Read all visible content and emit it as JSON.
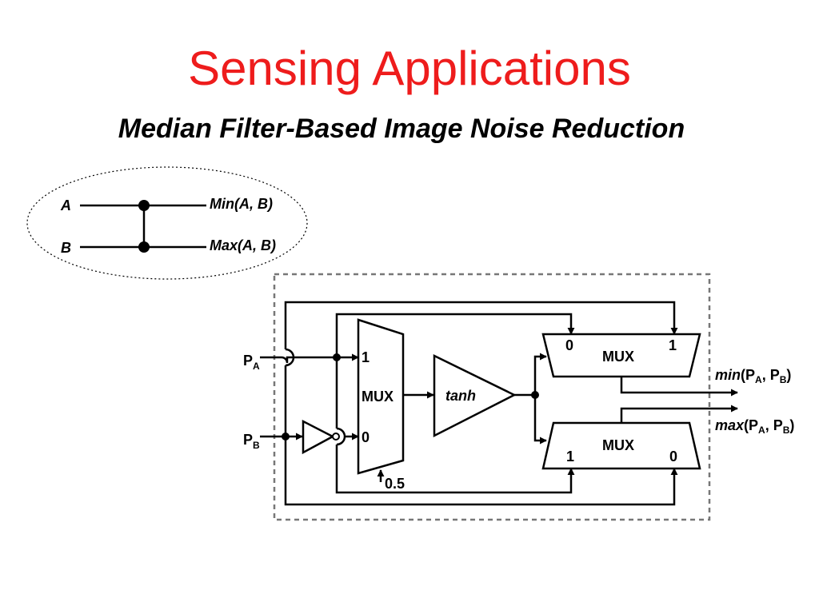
{
  "slide": {
    "title": "Sensing Applications",
    "subtitle": "Median Filter-Based Image Noise Reduction"
  },
  "comparator": {
    "input_a": "A",
    "input_b": "B",
    "output_min": "Min(A, B)",
    "output_max": "Max(A, B)"
  },
  "circuit": {
    "input_pa": "P",
    "input_pa_sub": "A",
    "input_pb": "P",
    "input_pb_sub": "B",
    "mux_left": {
      "label": "MUX",
      "in1": "1",
      "in0": "0",
      "select": "0.5"
    },
    "tanh_label": "tanh",
    "mux_top": {
      "label": "MUX",
      "left": "0",
      "right": "1"
    },
    "mux_bottom": {
      "label": "MUX",
      "left": "1",
      "right": "0"
    },
    "out_min_fn": "min",
    "out_max_fn": "max",
    "out_open": "(P",
    "out_sub_a": "A",
    "out_comma": ", P",
    "out_sub_b": "B",
    "out_close": ")"
  }
}
